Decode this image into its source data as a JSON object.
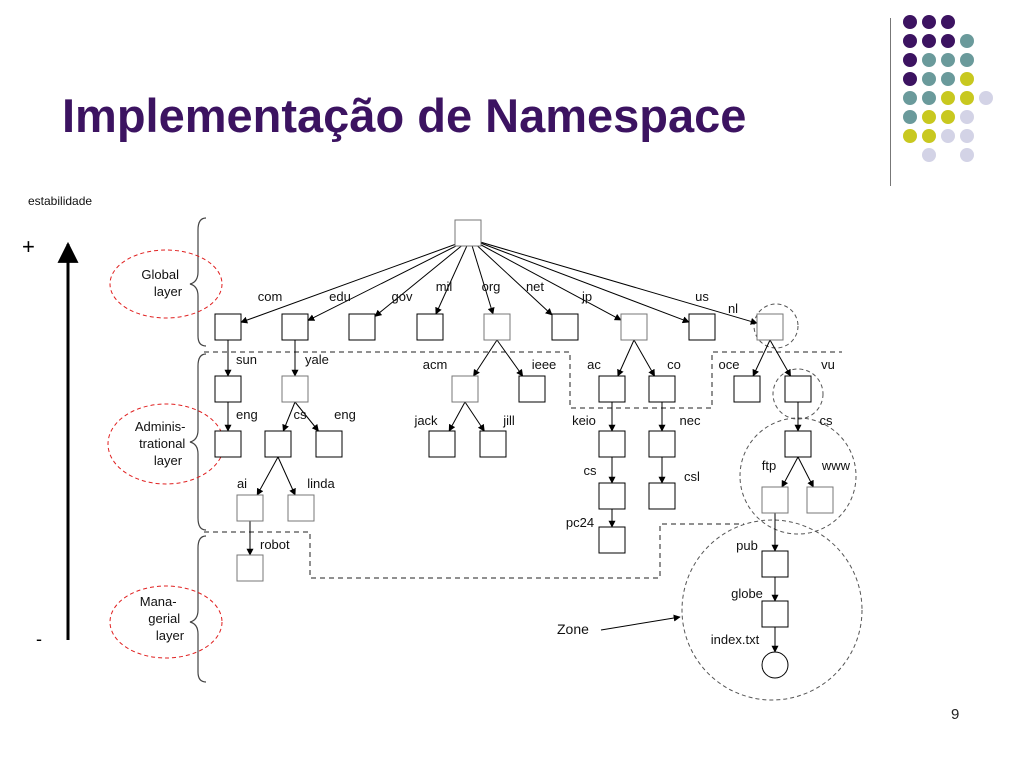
{
  "slide": {
    "title": "Implementação de Namespace",
    "page_number": "9"
  },
  "colors": {
    "title": "#3c1361",
    "dot_purple": "#3c1361",
    "dot_teal": "#6a9a9b",
    "dot_yellow": "#c8c81f",
    "dot_lavender": "#d3d3e6",
    "ellipse_red": "#e02020"
  },
  "decor_dots": [
    [
      "purple",
      "purple",
      "purple",
      null
    ],
    [
      "purple",
      "purple",
      "purple",
      "teal"
    ],
    [
      "purple",
      "teal",
      "teal",
      "teal"
    ],
    [
      "purple",
      "teal",
      "teal",
      "yellow"
    ],
    [
      "teal",
      "teal",
      "yellow",
      "yellow",
      "lavender"
    ],
    [
      "teal",
      "yellow",
      "yellow",
      "lavender"
    ],
    [
      "yellow",
      "yellow",
      "lavender",
      "lavender"
    ],
    [
      null,
      "lavender",
      null,
      "lavender"
    ]
  ],
  "stability": {
    "label": "estabilidade",
    "plus": "+",
    "minus": "-"
  },
  "layers": [
    {
      "line1": "Global",
      "line2": "layer",
      "line3": ""
    },
    {
      "line1": "Adminis-",
      "line2": "trational",
      "line3": "layer"
    },
    {
      "line1": "Mana-",
      "line2": "gerial",
      "line3": "layer"
    }
  ],
  "zone_label": "Zone",
  "tree": {
    "nodes": [
      {
        "id": "root",
        "shape": "box",
        "gray": true
      },
      {
        "id": "com",
        "shape": "box"
      },
      {
        "id": "edu",
        "shape": "box"
      },
      {
        "id": "gov",
        "shape": "box"
      },
      {
        "id": "mil",
        "shape": "box"
      },
      {
        "id": "org",
        "shape": "box",
        "gray": true
      },
      {
        "id": "net",
        "shape": "box"
      },
      {
        "id": "jp",
        "shape": "box",
        "gray": true
      },
      {
        "id": "us",
        "shape": "box"
      },
      {
        "id": "nl",
        "shape": "box",
        "gray": true
      },
      {
        "id": "sun",
        "shape": "box"
      },
      {
        "id": "yale",
        "shape": "box",
        "gray": true
      },
      {
        "id": "acm",
        "shape": "box",
        "gray": true
      },
      {
        "id": "ieee",
        "shape": "box"
      },
      {
        "id": "ac",
        "shape": "box"
      },
      {
        "id": "co",
        "shape": "box"
      },
      {
        "id": "oce",
        "shape": "box"
      },
      {
        "id": "vu",
        "shape": "box"
      },
      {
        "id": "sun-eng",
        "shape": "box"
      },
      {
        "id": "cs-yale",
        "shape": "box"
      },
      {
        "id": "eng-yale",
        "shape": "box"
      },
      {
        "id": "jack",
        "shape": "box"
      },
      {
        "id": "jill",
        "shape": "box"
      },
      {
        "id": "keio",
        "shape": "box"
      },
      {
        "id": "nec",
        "shape": "box"
      },
      {
        "id": "cs-vu",
        "shape": "box"
      },
      {
        "id": "ai",
        "shape": "box",
        "gray": true
      },
      {
        "id": "linda",
        "shape": "box",
        "gray": true
      },
      {
        "id": "cs-keio",
        "shape": "box"
      },
      {
        "id": "csl",
        "shape": "box"
      },
      {
        "id": "ftp",
        "shape": "box",
        "gray": true
      },
      {
        "id": "www",
        "shape": "box",
        "gray": true
      },
      {
        "id": "robot",
        "shape": "box",
        "gray": true
      },
      {
        "id": "pc24",
        "shape": "box"
      },
      {
        "id": "pub",
        "shape": "box"
      },
      {
        "id": "globe",
        "shape": "box"
      },
      {
        "id": "index",
        "shape": "circle"
      }
    ],
    "edges": [
      {
        "from": "root",
        "to": "com",
        "label": "com"
      },
      {
        "from": "root",
        "to": "edu",
        "label": "edu"
      },
      {
        "from": "root",
        "to": "gov",
        "label": "gov"
      },
      {
        "from": "root",
        "to": "mil",
        "label": "mil"
      },
      {
        "from": "root",
        "to": "org",
        "label": "org"
      },
      {
        "from": "root",
        "to": "net",
        "label": "net"
      },
      {
        "from": "root",
        "to": "jp",
        "label": "jp"
      },
      {
        "from": "root",
        "to": "us",
        "label": "us"
      },
      {
        "from": "root",
        "to": "nl",
        "label": "nl"
      },
      {
        "from": "com",
        "to": "sun",
        "label": "sun"
      },
      {
        "from": "edu",
        "to": "yale",
        "label": "yale"
      },
      {
        "from": "org",
        "to": "acm",
        "label": "acm"
      },
      {
        "from": "org",
        "to": "ieee",
        "label": "ieee"
      },
      {
        "from": "jp",
        "to": "ac",
        "label": "ac"
      },
      {
        "from": "jp",
        "to": "co",
        "label": "co"
      },
      {
        "from": "nl",
        "to": "oce",
        "label": "oce"
      },
      {
        "from": "nl",
        "to": "vu",
        "label": "vu"
      },
      {
        "from": "sun",
        "to": "sun-eng",
        "label": "eng"
      },
      {
        "from": "yale",
        "to": "cs-yale",
        "label": "cs"
      },
      {
        "from": "yale",
        "to": "eng-yale",
        "label": "eng"
      },
      {
        "from": "acm",
        "to": "jack",
        "label": "jack"
      },
      {
        "from": "acm",
        "to": "jill",
        "label": "jill"
      },
      {
        "from": "ac",
        "to": "keio",
        "label": "keio"
      },
      {
        "from": "co",
        "to": "nec",
        "label": "nec"
      },
      {
        "from": "vu",
        "to": "cs-vu",
        "label": "cs"
      },
      {
        "from": "cs-yale",
        "to": "ai",
        "label": "ai"
      },
      {
        "from": "cs-yale",
        "to": "linda",
        "label": "linda"
      },
      {
        "from": "keio",
        "to": "cs-keio",
        "label": "cs"
      },
      {
        "from": "nec",
        "to": "csl",
        "label": "csl"
      },
      {
        "from": "cs-vu",
        "to": "ftp",
        "label": "ftp"
      },
      {
        "from": "cs-vu",
        "to": "www",
        "label": "www"
      },
      {
        "from": "ai",
        "to": "robot",
        "label": "robot"
      },
      {
        "from": "cs-keio",
        "to": "pc24",
        "label": "pc24"
      },
      {
        "from": "ftp",
        "to": "pub",
        "label": "pub"
      },
      {
        "from": "pub",
        "to": "globe",
        "label": "globe"
      },
      {
        "from": "globe",
        "to": "index",
        "label": "index.txt"
      }
    ]
  }
}
